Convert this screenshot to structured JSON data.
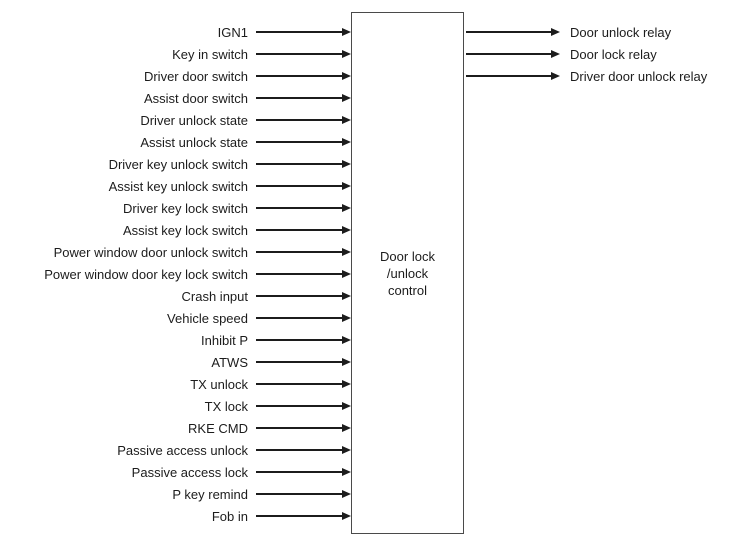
{
  "diagram": {
    "control_box": {
      "label": "Door lock\n/unlock\ncontrol"
    },
    "inputs": [
      "IGN1",
      "Key in switch",
      "Driver door switch",
      "Assist door switch",
      "Driver unlock state",
      "Assist unlock state",
      "Driver key unlock switch",
      "Assist key unlock switch",
      "Driver key lock switch",
      "Assist key lock switch",
      "Power window door unlock switch",
      "Power window door key lock switch",
      "Crash input",
      "Vehicle speed",
      "Inhibit P",
      "ATWS",
      "TX unlock",
      "TX lock",
      "RKE CMD",
      "Passive access unlock",
      "Passive access lock",
      "P key remind",
      "Fob in"
    ],
    "outputs": [
      "Door unlock relay",
      "Door lock relay",
      "Driver door unlock relay"
    ],
    "colors": {
      "background": "#ffffff",
      "line": "#1c1c1c",
      "text": "#1c1c1c",
      "box_border": "#4a4a4a"
    }
  }
}
